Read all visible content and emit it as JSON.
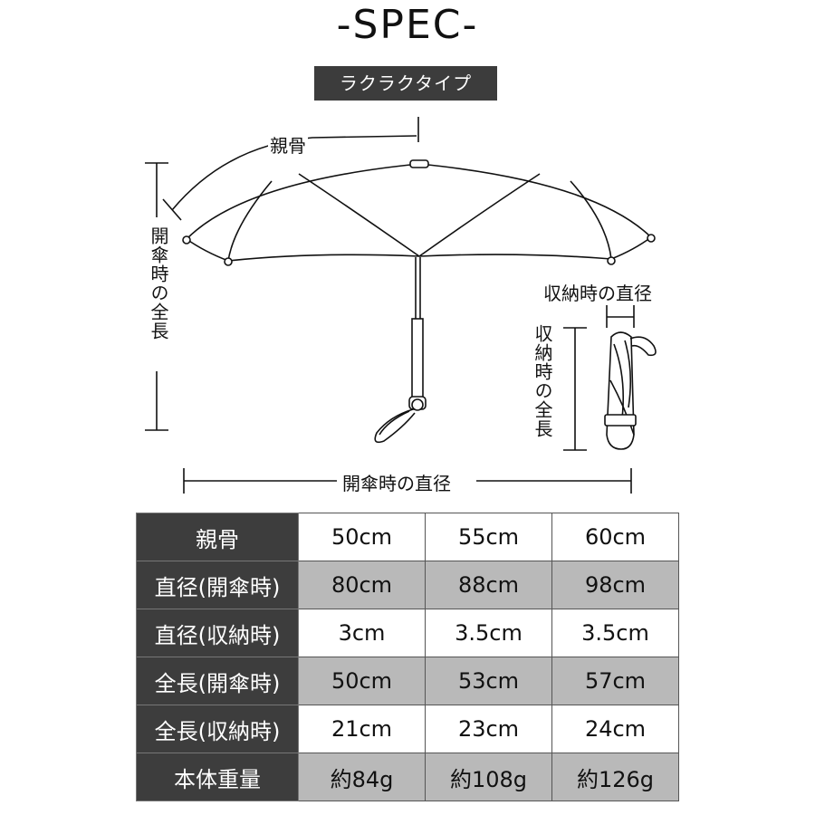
{
  "title": "-SPEC-",
  "type_badge": "ラクラクタイプ",
  "diagram": {
    "rib_label": "親骨",
    "open_length_label": "開傘時の全長",
    "open_diameter_label": "開傘時の直径",
    "closed_diameter_label": "収納時の直径",
    "closed_length_label": "収納時の全長"
  },
  "spec_table": {
    "rows": [
      {
        "label": "親骨",
        "values": [
          "50cm",
          "55cm",
          "60cm"
        ]
      },
      {
        "label": "直径(開傘時)",
        "values": [
          "80cm",
          "88cm",
          "98cm"
        ]
      },
      {
        "label": "直径(収納時)",
        "values": [
          "3cm",
          "3.5cm",
          "3.5cm"
        ]
      },
      {
        "label": "全長(開傘時)",
        "values": [
          "50cm",
          "53cm",
          "57cm"
        ]
      },
      {
        "label": "全長(収納時)",
        "values": [
          "21cm",
          "23cm",
          "24cm"
        ]
      },
      {
        "label": "本体重量",
        "values": [
          "約84g",
          "約108g",
          "約126g"
        ]
      }
    ]
  }
}
